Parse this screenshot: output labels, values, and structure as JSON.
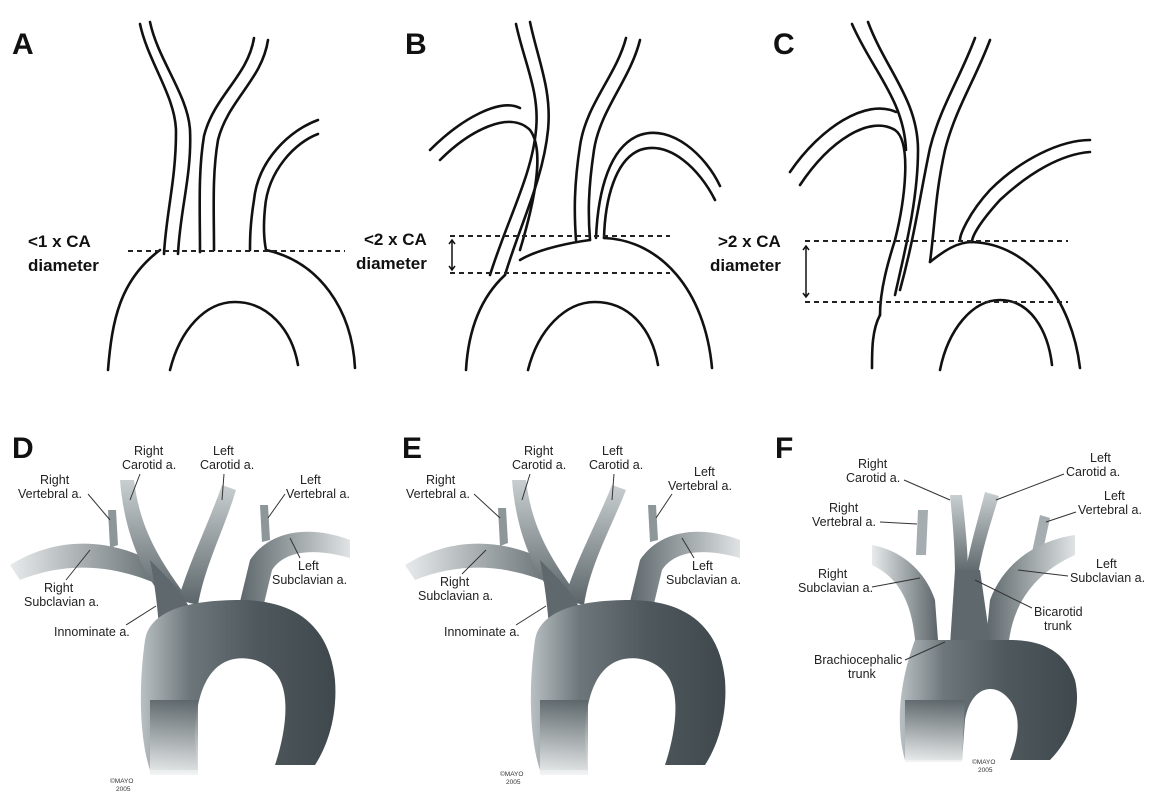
{
  "panels": {
    "A": {
      "letter": "A",
      "dim_line1": "<1 x CA",
      "dim_line2": "diameter"
    },
    "B": {
      "letter": "B",
      "dim_line1": "<2 x CA",
      "dim_line2": "diameter"
    },
    "C": {
      "letter": "C",
      "dim_line1": ">2 x CA",
      "dim_line2": "diameter"
    },
    "D": {
      "letter": "D",
      "labels": {
        "right_vertebral_1": "Right",
        "right_vertebral_2": "Vertebral a.",
        "right_carotid_1": "Right",
        "right_carotid_2": "Carotid a.",
        "left_carotid_1": "Left",
        "left_carotid_2": "Carotid a.",
        "left_vertebral_1": "Left",
        "left_vertebral_2": "Vertebral a.",
        "right_subclavian_1": "Right",
        "right_subclavian_2": "Subclavian a.",
        "left_subclavian_1": "Left",
        "left_subclavian_2": "Subclavian a.",
        "innominate": "Innominate a."
      },
      "copyright_1": "©MAYO",
      "copyright_2": "2005"
    },
    "E": {
      "letter": "E",
      "labels": {
        "right_vertebral_1": "Right",
        "right_vertebral_2": "Vertebral a.",
        "right_carotid_1": "Right",
        "right_carotid_2": "Carotid a.",
        "left_carotid_1": "Left",
        "left_carotid_2": "Carotid a.",
        "left_vertebral_1": "Left",
        "left_vertebral_2": "Vertebral a.",
        "right_subclavian_1": "Right",
        "right_subclavian_2": "Subclavian a.",
        "left_subclavian_1": "Left",
        "left_subclavian_2": "Subclavian a.",
        "innominate": "Innominate a."
      },
      "copyright_1": "©MAYO",
      "copyright_2": "2005"
    },
    "F": {
      "letter": "F",
      "labels": {
        "right_carotid_1": "Right",
        "right_carotid_2": "Carotid a.",
        "left_carotid_1": "Left",
        "left_carotid_2": "Carotid a.",
        "right_vertebral_1": "Right",
        "right_vertebral_2": "Vertebral a.",
        "left_vertebral_1": "Left",
        "left_vertebral_2": "Vertebral a.",
        "right_subclavian_1": "Right",
        "right_subclavian_2": "Subclavian a.",
        "left_subclavian_1": "Left",
        "left_subclavian_2": "Subclavian a.",
        "bicarotid_1": "Bicarotid",
        "bicarotid_2": "trunk",
        "brachiocephalic_1": "Brachiocephalic",
        "brachiocephalic_2": "trunk"
      },
      "copyright_1": "©MAYO",
      "copyright_2": "2005"
    }
  },
  "colors": {
    "line": "#111111",
    "vessel_dark": "#5a6468",
    "vessel_light": "#dfe3e4"
  }
}
